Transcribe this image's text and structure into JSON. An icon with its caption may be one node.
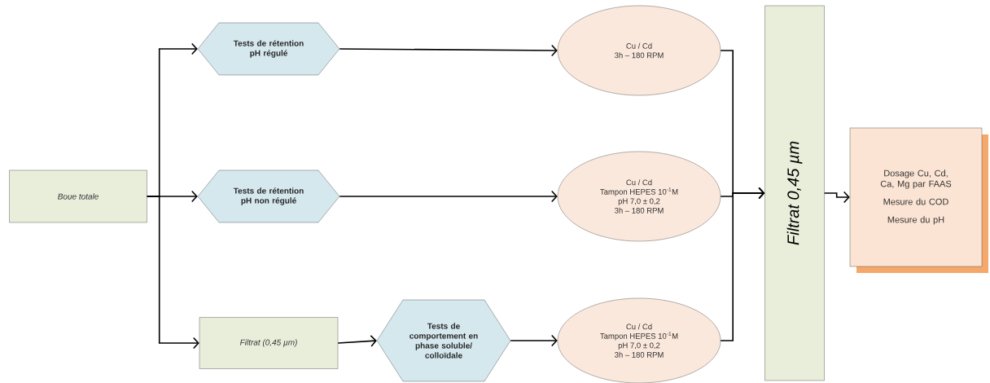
{
  "diagram": {
    "nodes": [
      {
        "text": [
          "Boue totale"
        ]
      },
      {
        "text": [
          "Tests de rétention pH régulé"
        ]
      },
      {
        "text": [
          "Tests de rétention pH non régulé"
        ]
      },
      {
        "text": [
          "Filtrat (0,45 µm)"
        ]
      },
      {
        "text": [
          "Tests de comportement en phase soluble/ colloïdale"
        ]
      },
      {
        "text": [
          "Cu / Cd",
          "3h – 180 RPM"
        ]
      },
      {
        "text": [
          "Cu / Cd",
          "Tampon HEPES 10$^{-1}$M",
          "pH 7,0 ± 0,2",
          "3h – 180 RPM"
        ]
      },
      {
        "text": [
          "Cu / Cd",
          "Tampon HEPES 10$^{-1}$M",
          "pH 7,0 ± 0,2",
          "3h – 180 RPM"
        ]
      },
      {
        "text": [
          "Filtrat 0,45 µm"
        ]
      },
      {
        "text": [
          "Dosage Cu, Cd, Ca, Mg par FAAS",
          "Mesure du COD",
          "Mesure du pH"
        ]
      }
    ],
    "edges": [
      {
        "from": 0,
        "to": 1,
        "arrow": "to"
      },
      {
        "from": 0,
        "to": 2,
        "arrow": "to"
      },
      {
        "from": 0,
        "to": 3,
        "arrow": "to"
      },
      {
        "from": 1,
        "to": 5,
        "arrow": "to"
      },
      {
        "from": 2,
        "to": 6,
        "arrow": "to"
      },
      {
        "from": 3,
        "to": 4,
        "arrow": "to"
      },
      {
        "from": 4,
        "to": 7,
        "arrow": "to"
      },
      {
        "from": 5,
        "to": 8,
        "arrow": "to"
      },
      {
        "from": 6,
        "to": 8,
        "arrow": "to"
      },
      {
        "from": 7,
        "to": 8,
        "arrow": "to"
      },
      {
        "from": 8,
        "to": 9,
        "arrow": "to"
      }
    ]
  }
}
